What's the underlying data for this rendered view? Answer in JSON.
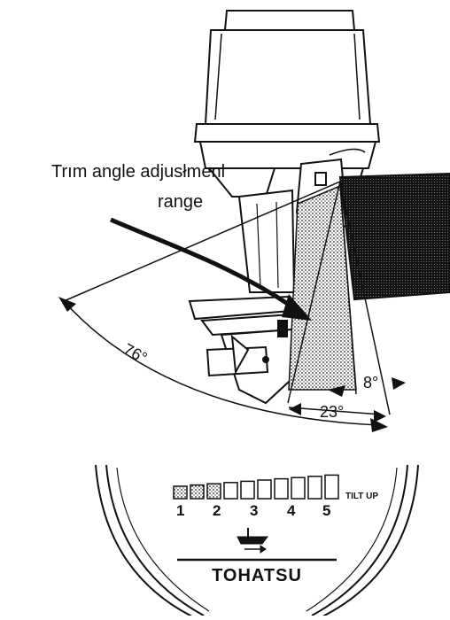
{
  "diagram": {
    "trim_label_line1": "Trım angle adjusłmenl",
    "trim_label_line2": "range",
    "angle_total": "76°",
    "angle_trim": "23°",
    "angle_small": "8°"
  },
  "gauge": {
    "numbers": [
      "1",
      "2",
      "3",
      "4",
      "5"
    ],
    "tilt_label": "TILT UP",
    "brand": "TOHATSU",
    "filled_segments": 3,
    "total_segments": 10
  }
}
